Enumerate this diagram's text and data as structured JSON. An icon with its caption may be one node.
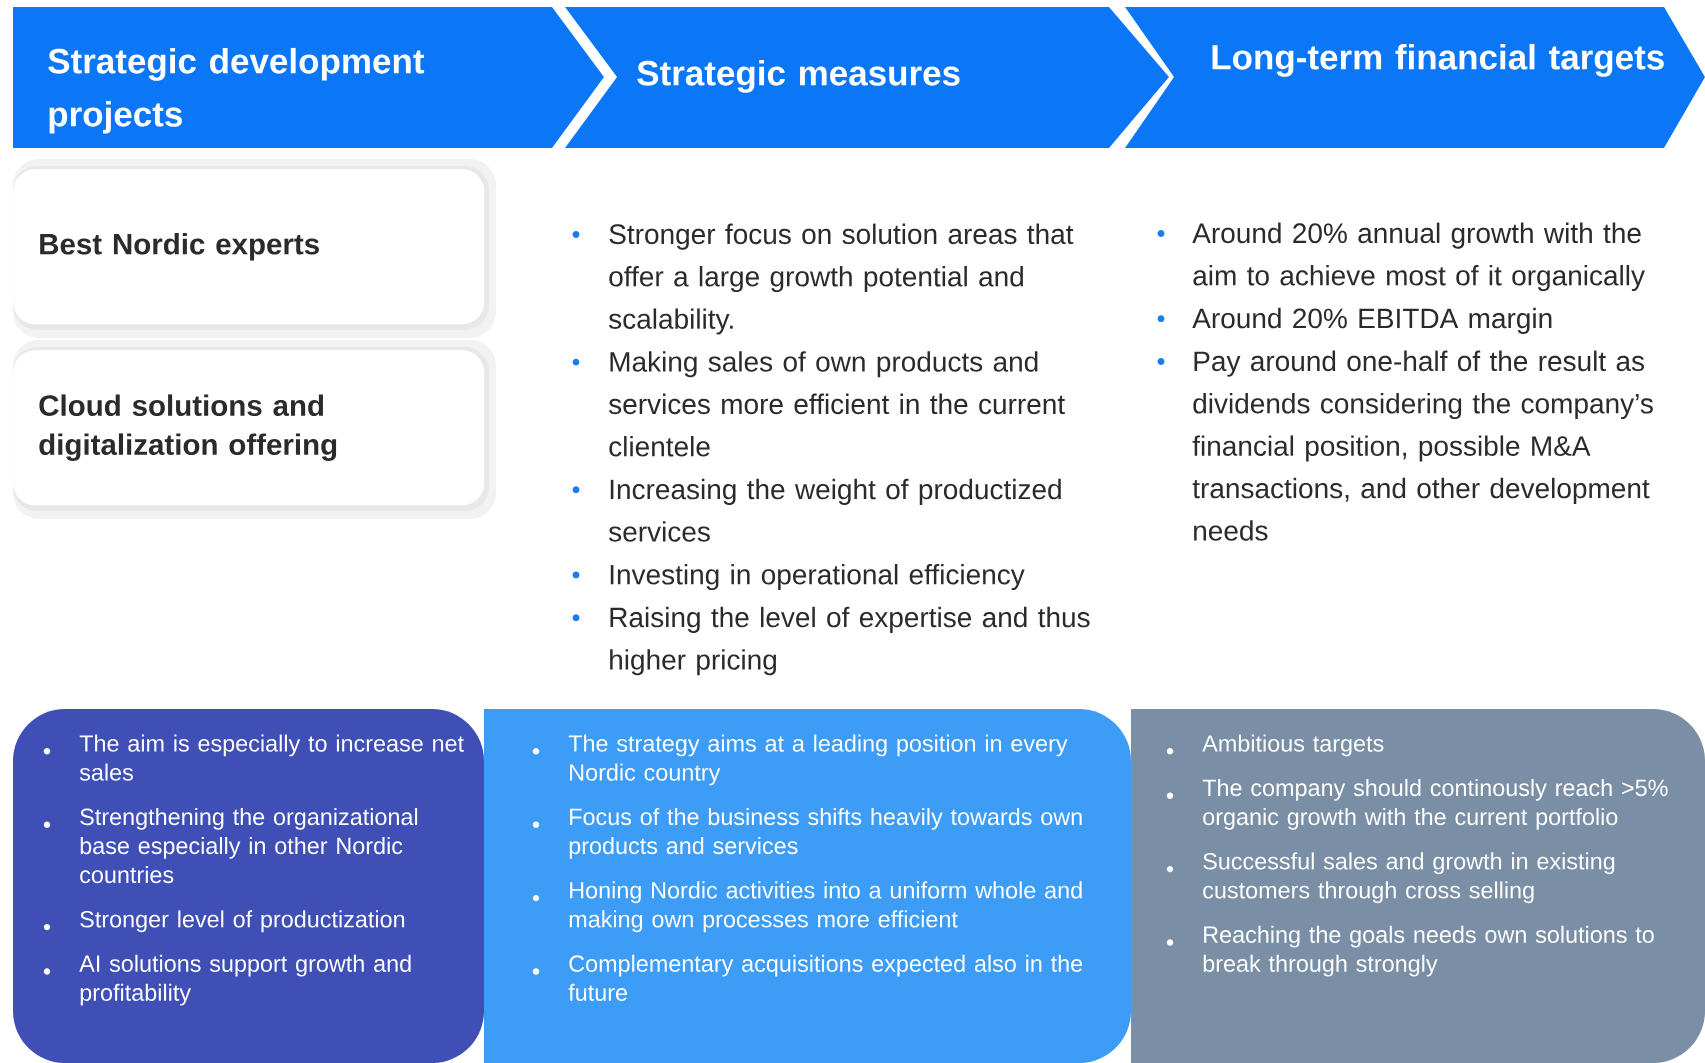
{
  "diagram": {
    "nodes": [
      {
        "text": [
          "Strategic development projects"
        ]
      },
      {
        "text": [
          "Strategic measures"
        ]
      },
      {
        "text": [
          "Long-term financial targets"
        ]
      },
      {
        "text": [
          "Best Nordic experts"
        ]
      },
      {
        "text": [
          "Cloud solutions and digitalization offering"
        ]
      },
      {
        "text": [
          "The aim is especially to increase net sales",
          "Strengthening the organizational base especially in other Nordic countries",
          "Stronger level of productization",
          "AI solutions support growth and profitability"
        ]
      },
      {
        "text": [
          "The strategy aims at a leading position in every Nordic country",
          "Focus of the business shifts heavily towards own products and services",
          "Honing Nordic activities into a uniform whole and making own processes more efficient",
          "Complementary acquisitions expected also in the future"
        ]
      },
      {
        "text": [
          "Ambitious targets",
          "The company should continously reach >5% organic growth with the current portfolio",
          "Successful sales and growth in existing customers through cross selling",
          "Reaching the goals needs own solutions to break through strongly"
        ]
      }
    ],
    "labels": [
      "Stronger focus on solution areas that offer a large growth potential and scalability.",
      "Making sales of own products and services more efficient in the current clientele",
      "Increasing the weight of productized services",
      "Investing in operational efficiency",
      "Raising the level of expertise and thus higher pricing",
      "Around 20% annual growth with the aim to achieve most of it organically",
      "Around 20% EBITDA margin",
      "Pay around one-half of the result as dividends considering the company’s financial position, possible M&A transactions, and other development needs"
    ]
  }
}
